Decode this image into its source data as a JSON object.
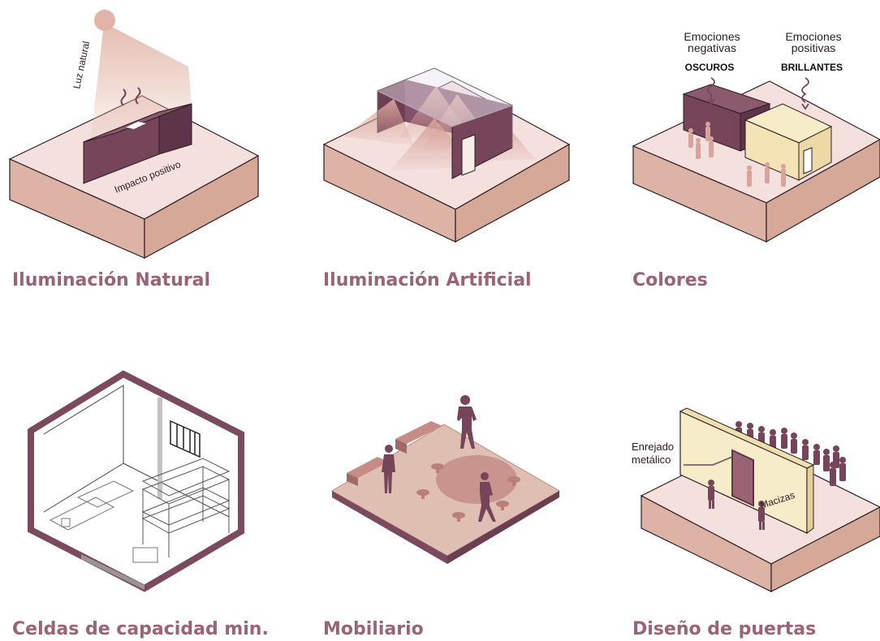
{
  "colors": {
    "top": "#f4e0dd",
    "side": "#ddb3a5",
    "plum": "#76455a",
    "plum_dark": "#5e3548",
    "cream": "#f7ecc8",
    "title": "#9b6475",
    "outline": "#2d1c22"
  },
  "panels": [
    {
      "title": "Iluminación Natural",
      "labels": {
        "light": "Luz natural",
        "impact": "Impacto positivo"
      }
    },
    {
      "title": "Iluminación Artificial"
    },
    {
      "title": "Colores",
      "labels": {
        "neg_1": "Emociones",
        "neg_2": "negativas",
        "neg_3": "OSCUROS",
        "pos_1": "Emociones",
        "pos_2": "positivas",
        "pos_3": "BRILLANTES"
      }
    },
    {
      "title": "Celdas de capacidad min."
    },
    {
      "title": "Mobiliario"
    },
    {
      "title": "Diseño de puertas",
      "labels": {
        "lattice_1": "Enrejado",
        "lattice_2": "metálico",
        "solid": "Macizas"
      }
    }
  ]
}
